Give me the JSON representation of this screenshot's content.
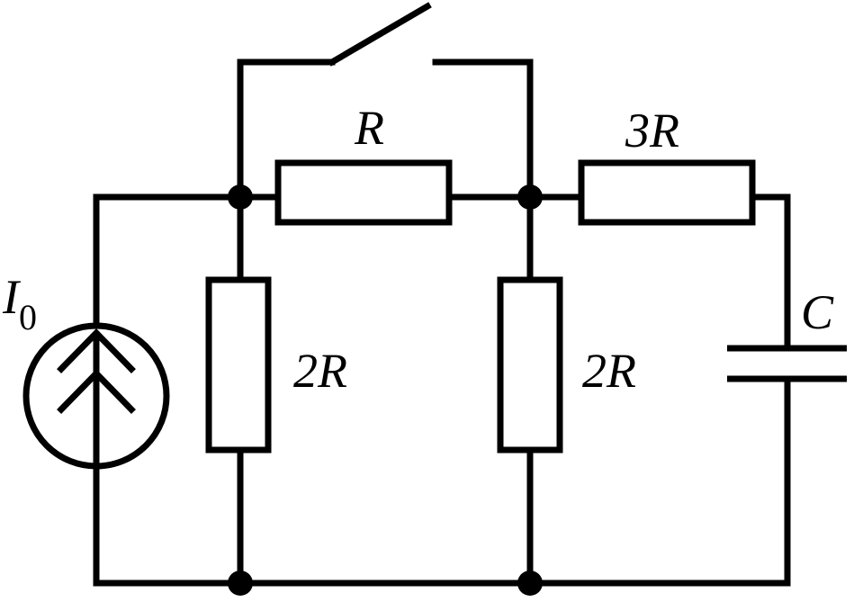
{
  "components": {
    "top_resistor": {
      "label": "R"
    },
    "right_resistor": {
      "label": "3R"
    },
    "left_vertical_resistor": {
      "label": "2R"
    },
    "middle_vertical_resistor": {
      "label": "2R"
    },
    "capacitor": {
      "label": "C"
    },
    "current_source": {
      "label_main": "I",
      "label_sub": "0"
    },
    "switch": {
      "state": "open"
    }
  }
}
